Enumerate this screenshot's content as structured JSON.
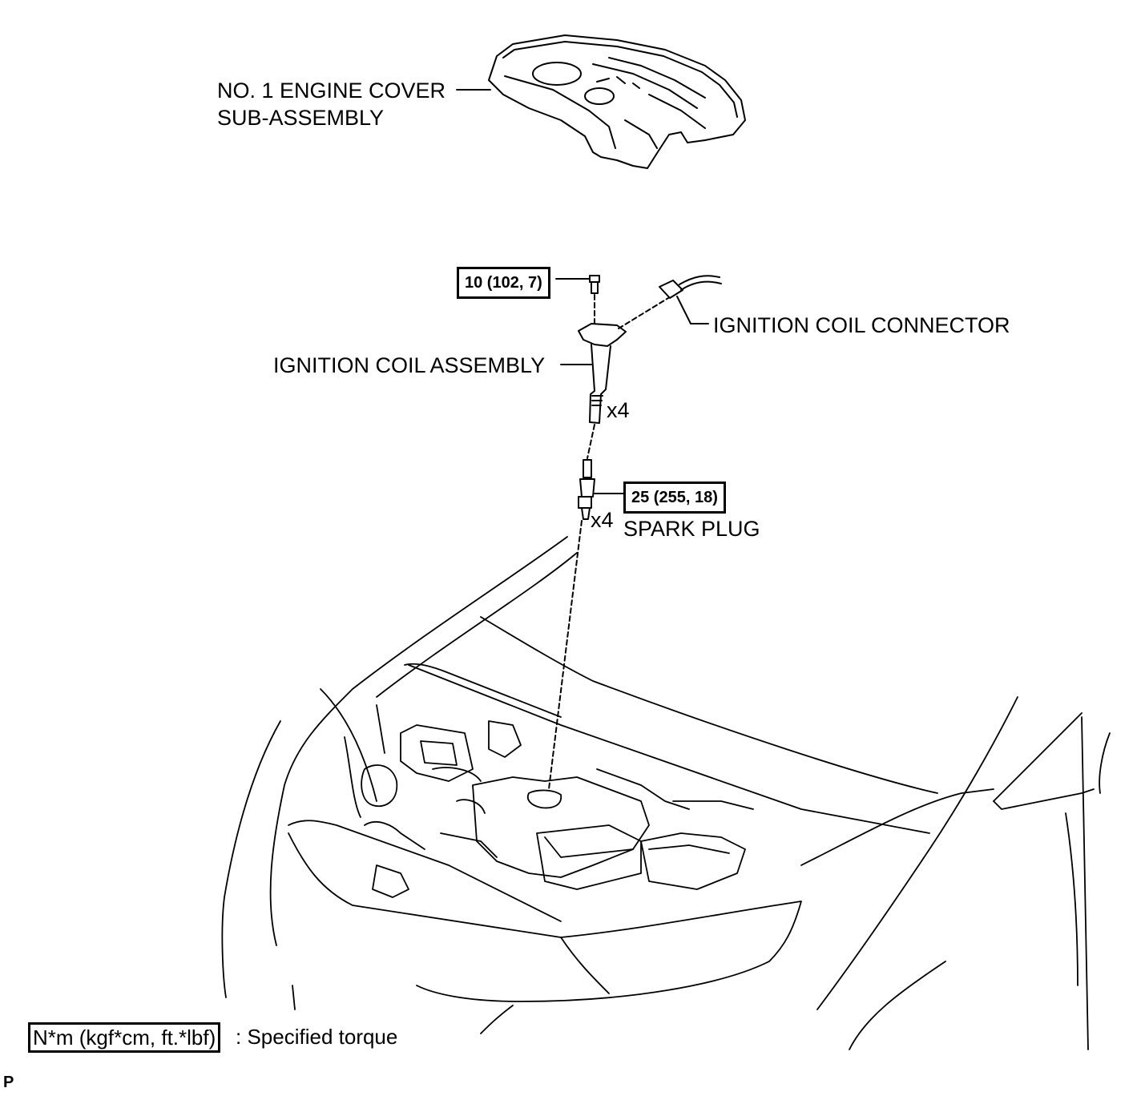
{
  "labels": {
    "engine_cover_line1": "NO. 1 ENGINE COVER",
    "engine_cover_line2": "SUB-ASSEMBLY",
    "ignition_coil_connector": "IGNITION COIL CONNECTOR",
    "ignition_coil_assembly": "IGNITION COIL ASSEMBLY",
    "coil_qty": "x4",
    "spark_plug_qty": "x4",
    "spark_plug": "SPARK PLUG"
  },
  "torque": {
    "bolt": "10 (102, 7)",
    "spark_plug": "25 (255, 18)"
  },
  "legend": {
    "unit_box": "N*m (kgf*cm, ft.*lbf)",
    "description": ": Specified torque"
  },
  "corner_mark": "P"
}
